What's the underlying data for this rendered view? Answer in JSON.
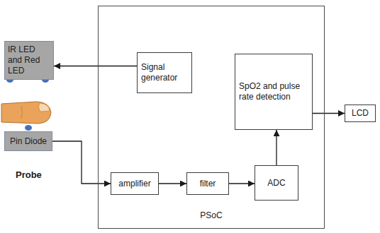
{
  "diagram": {
    "nodes": [
      {
        "text": [
          "IR LED and Red LED"
        ]
      },
      {
        "text": [
          "Pin Diode"
        ]
      },
      {
        "text": [
          "PSoC"
        ]
      },
      {
        "text": [
          "Signal generator"
        ],
        "in": 2
      },
      {
        "text": [
          "SpO2 and pulse rate detection"
        ],
        "in": 2
      },
      {
        "text": [
          "LCD"
        ]
      },
      {
        "text": [
          "amplifier"
        ],
        "in": 2
      },
      {
        "text": [
          "filter"
        ],
        "in": 2
      },
      {
        "text": [
          "ADC"
        ],
        "in": 2
      }
    ],
    "edges": [
      {
        "from": 3,
        "to": 0,
        "arrow": "to"
      },
      {
        "from": 1,
        "to": 6,
        "arrow": "to"
      },
      {
        "from": 6,
        "to": 7,
        "arrow": "to"
      },
      {
        "from": 7,
        "to": 8,
        "arrow": "to"
      },
      {
        "from": 8,
        "to": 4,
        "arrow": "to"
      },
      {
        "from": 4,
        "to": 5,
        "arrow": "to"
      }
    ],
    "labels": [
      "Probe"
    ]
  }
}
